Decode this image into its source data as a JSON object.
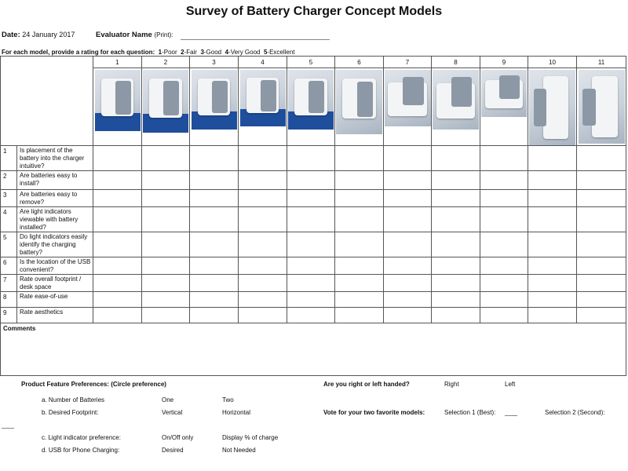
{
  "header": {
    "title": "Survey of Battery Charger Concept Models",
    "date_label": "Date:",
    "date_value": "24 January 2017",
    "evaluator_label": "Evaluator Name",
    "evaluator_hint": "(Print):"
  },
  "instructions": {
    "lead": "For each model, provide a rating for each question:",
    "scale": [
      {
        "num": "1",
        "text": "-Poor"
      },
      {
        "num": "2",
        "text": "-Fair"
      },
      {
        "num": "3",
        "text": "-Good"
      },
      {
        "num": "4",
        "text": "-Very Good"
      },
      {
        "num": "5",
        "text": "-Excellent"
      }
    ]
  },
  "models": [
    "1",
    "2",
    "3",
    "4",
    "5",
    "6",
    "7",
    "8",
    "9",
    "10",
    "11"
  ],
  "questions": [
    {
      "num": "1",
      "text": "Is placement of the battery into the charger intuitive?"
    },
    {
      "num": "2",
      "text": "Are batteries easy to install?"
    },
    {
      "num": "3",
      "text": "Are batteries easy to remove?"
    },
    {
      "num": "4",
      "text": "Are light indicators viewable with battery installed?"
    },
    {
      "num": "5",
      "text": "Do light indicators easily identify the charging battery?"
    },
    {
      "num": "6",
      "text": "Is the location of the USB convenient?"
    },
    {
      "num": "7",
      "text": "Rate overall footprint / desk space"
    },
    {
      "num": "8",
      "text": "Rate ease-of-use"
    },
    {
      "num": "9",
      "text": "Rate aesthetics"
    }
  ],
  "comments_label": "Comments",
  "preferences": {
    "title": "Product Feature Preferences: (Circle preference)",
    "items": [
      {
        "label": "a. Number of Batteries",
        "opt1": "One",
        "opt2": "Two"
      },
      {
        "label": "b. Desired Footprint:",
        "opt1": "Vertical",
        "opt2": "Horizontal"
      },
      {
        "label": "c. Light indicator preference:",
        "opt1": "On/Off only",
        "opt2": "Display % of charge"
      },
      {
        "label": "d. USB for Phone Charging:",
        "opt1": "Desired",
        "opt2": "Not Needed"
      }
    ]
  },
  "handed": {
    "question": "Are you right or left handed?",
    "opt1": "Right",
    "opt2": "Left"
  },
  "vote": {
    "question": "Vote for your two favorite models:",
    "sel1": "Selection 1 (Best):",
    "sel2": "Selection 2 (Second):"
  }
}
